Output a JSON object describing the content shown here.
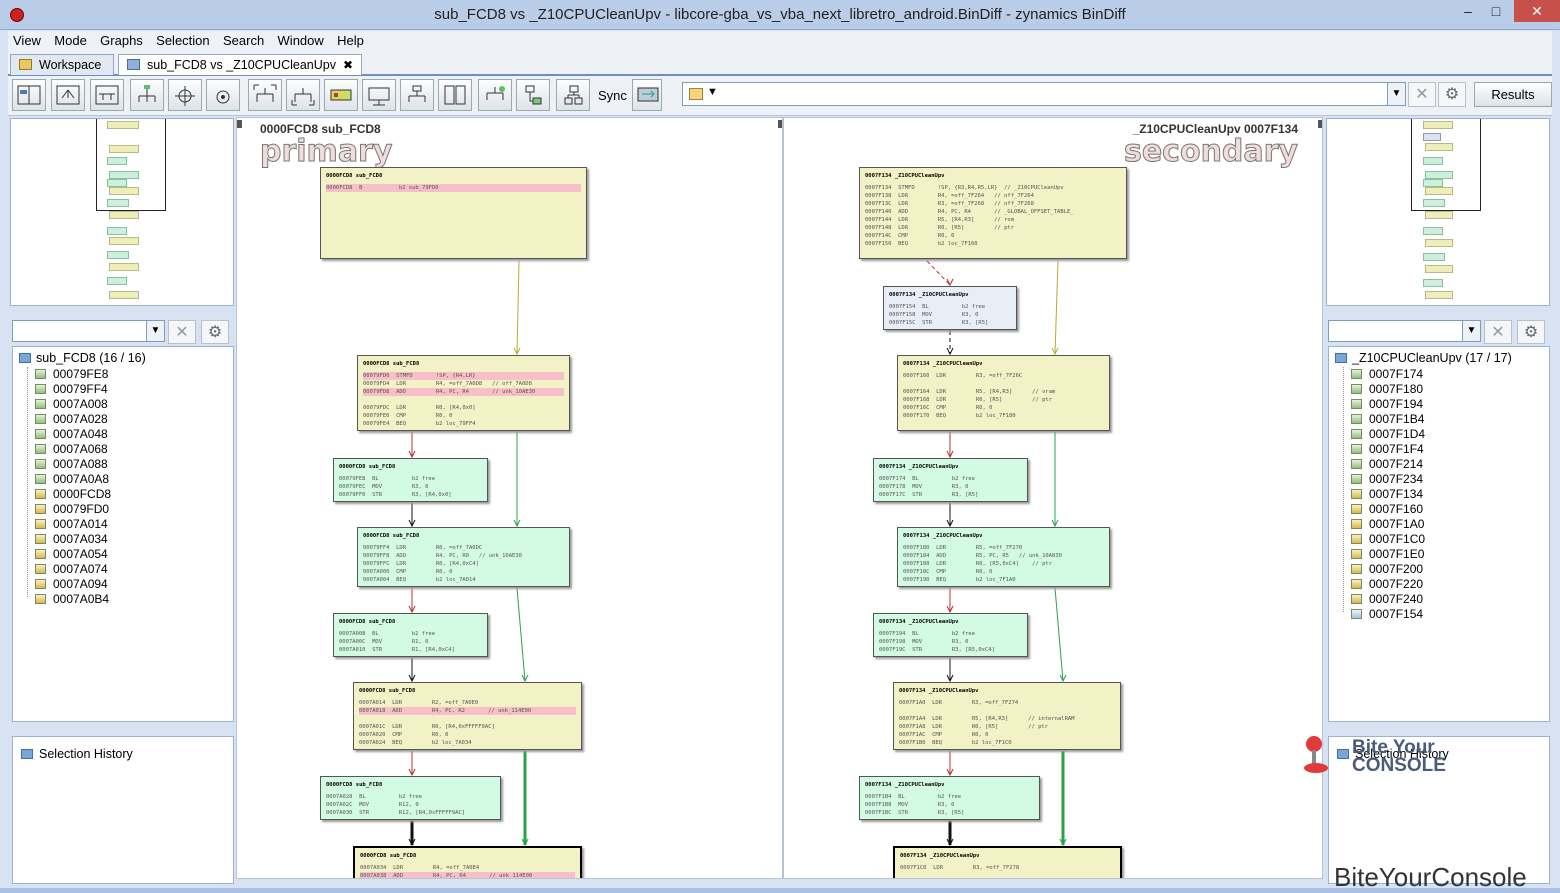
{
  "window": {
    "title": "sub_FCD8 vs _Z10CPUCleanUpv - libcore-gba_vs_vba_next_libretro_android.BinDiff - zynamics BinDiff",
    "minimize": "–",
    "maximize": "□",
    "close": "✕"
  },
  "menu": [
    "View",
    "Mode",
    "Graphs",
    "Selection",
    "Search",
    "Window",
    "Help"
  ],
  "tabs": [
    {
      "label": "Workspace",
      "active": false
    },
    {
      "label": "sub_FCD8 vs _Z10CPUCleanUpv",
      "active": true,
      "close": "✖"
    }
  ],
  "toolbar": {
    "sync_label": "Sync",
    "results_label": "Results",
    "clear_glyph": "✕",
    "settings_glyph": "⚙",
    "dropdown_glyph": "▼",
    "colors": {
      "accent": "#6d8fc0",
      "match_yellow": "#f3f1c6",
      "match_green": "#d3fbe4",
      "unmatched_blue": "#e9edf6"
    }
  },
  "left": {
    "tree_root": "sub_FCD8 (16 / 16)",
    "items": [
      {
        "label": "00079FE8",
        "kind": "g"
      },
      {
        "label": "00079FF4",
        "kind": "g"
      },
      {
        "label": "0007A008",
        "kind": "g"
      },
      {
        "label": "0007A028",
        "kind": "g"
      },
      {
        "label": "0007A048",
        "kind": "g"
      },
      {
        "label": "0007A068",
        "kind": "g"
      },
      {
        "label": "0007A088",
        "kind": "g"
      },
      {
        "label": "0007A0A8",
        "kind": "g"
      },
      {
        "label": "0000FCD8",
        "kind": "y"
      },
      {
        "label": "00079FD0",
        "kind": "y"
      },
      {
        "label": "0007A014",
        "kind": "y"
      },
      {
        "label": "0007A034",
        "kind": "y"
      },
      {
        "label": "0007A054",
        "kind": "y"
      },
      {
        "label": "0007A074",
        "kind": "y"
      },
      {
        "label": "0007A094",
        "kind": "y"
      },
      {
        "label": "0007A0B4",
        "kind": "y"
      }
    ],
    "history_label": "Selection History"
  },
  "right": {
    "tree_root": "_Z10CPUCleanUpv (17 / 17)",
    "items": [
      {
        "label": "0007F174",
        "kind": "g"
      },
      {
        "label": "0007F180",
        "kind": "g"
      },
      {
        "label": "0007F194",
        "kind": "g"
      },
      {
        "label": "0007F1B4",
        "kind": "g"
      },
      {
        "label": "0007F1D4",
        "kind": "g"
      },
      {
        "label": "0007F1F4",
        "kind": "g"
      },
      {
        "label": "0007F214",
        "kind": "g"
      },
      {
        "label": "0007F234",
        "kind": "g"
      },
      {
        "label": "0007F134",
        "kind": "y"
      },
      {
        "label": "0007F160",
        "kind": "y"
      },
      {
        "label": "0007F1A0",
        "kind": "y"
      },
      {
        "label": "0007F1C0",
        "kind": "y"
      },
      {
        "label": "0007F1E0",
        "kind": "y"
      },
      {
        "label": "0007F200",
        "kind": "y"
      },
      {
        "label": "0007F220",
        "kind": "y"
      },
      {
        "label": "0007F240",
        "kind": "y"
      },
      {
        "label": "0007F154",
        "kind": "b"
      }
    ],
    "history_label": "Selection History"
  },
  "primary": {
    "header": "0000FCD8  sub_FCD8",
    "watermark": "primary",
    "nodes": [
      {
        "kind": "y",
        "title": "0000FCD8   sub_FCD8",
        "rows": [
          {
            "t": "0000FCD8  B           b2 sub_79FD0",
            "hl": true
          }
        ]
      },
      {
        "kind": "y",
        "title": "0000FCD8   sub_FCD8",
        "rows": [
          {
            "t": "00079FD0  STMFD       !SP, {R4,LR}",
            "hl": true
          },
          {
            "t": "00079FD4  LDR         R4, =off_7A0D8   // off_7A0D8"
          },
          {
            "t": "00079FD8  ADD         R4, PC, R4       // unk_10AE30",
            "hl": true
          },
          {
            "t": " "
          },
          {
            "t": "00079FDC  LDR         R0, [R4,0x0]"
          },
          {
            "t": "00079FE0  CMP         R0, 0"
          },
          {
            "t": "00079FE4  BEQ         b2 loc_79FF4"
          }
        ]
      },
      {
        "kind": "g",
        "title": "0000FCD8   sub_FCD8",
        "rows": [
          {
            "t": "00079FE8  BL          b2 free"
          },
          {
            "t": "00079FEC  MOV         R3, 0"
          },
          {
            "t": "00079FF0  STR         R3, [R4,0x0]"
          }
        ]
      },
      {
        "kind": "g",
        "title": "0000FCD8   sub_FCD8",
        "rows": [
          {
            "t": "00079FF4  LDR         R0, =off_7A0DC"
          },
          {
            "t": "00079FF8  ADD         R4, PC, R0   // unk_10AE30"
          },
          {
            "t": "00079FFC  LDR         R0, [R4,0xC4]"
          },
          {
            "t": "0007A000  CMP         R0, 0"
          },
          {
            "t": "0007A004  BEQ         b2 loc_7A014"
          }
        ]
      },
      {
        "kind": "g",
        "title": "0000FCD8   sub_FCD8",
        "rows": [
          {
            "t": "0007A008  BL          b2 free"
          },
          {
            "t": "0007A00C  MOV         R1, 0"
          },
          {
            "t": "0007A010  STR         R1, [R4,0xC4]"
          }
        ]
      },
      {
        "kind": "y",
        "title": "0000FCD8   sub_FCD8",
        "rows": [
          {
            "t": "0007A014  LDR         R2, =off_7A0E0"
          },
          {
            "t": "0007A018  ADD         R4, PC, R2       // unk_114E00",
            "hl": true
          },
          {
            "t": " "
          },
          {
            "t": "0007A01C  LDR         R0, [R4,0xFFFFF9AC]"
          },
          {
            "t": "0007A020  CMP         R0, 0"
          },
          {
            "t": "0007A024  BEQ         b2 loc_7A034"
          }
        ]
      },
      {
        "kind": "g",
        "title": "0000FCD8   sub_FCD8",
        "rows": [
          {
            "t": "0007A028  BL          b2 free"
          },
          {
            "t": "0007A02C  MOV         R12, 0"
          },
          {
            "t": "0007A030  STR         R12, [R4,0xFFFFF9AC]"
          }
        ]
      },
      {
        "kind": "y",
        "sel": true,
        "title": "0000FCD8   sub_FCD8",
        "rows": [
          {
            "t": "0007A034  LDR         R4, =off_7A0E4"
          },
          {
            "t": "0007A038  ADD         R4, PC, R4       // unk_114E00",
            "hl": true
          }
        ]
      }
    ]
  },
  "secondary": {
    "header": "_Z10CPUCleanUpv  0007F134",
    "watermark": "secondary",
    "nodes": [
      {
        "kind": "y",
        "title": "0007F134   _Z10CPUCleanUpv",
        "rows": [
          {
            "t": "0007F134  STMFD       !SP, {R3,R4,R5,LR}  // _Z10CPUCleanUpv"
          },
          {
            "t": "0007F138  LDR         R4, =off_7F264   // off_7F264"
          },
          {
            "t": "0007F13C  LDR         R3, =off_7F268   // off_7F268"
          },
          {
            "t": "0007F140  ADD         R4, PC, R4       // _GLOBAL_OFFSET_TABLE_"
          },
          {
            "t": "0007F144  LDR         R5, [R4,R3]      // rom"
          },
          {
            "t": "0007F148  LDR         R0, [R5]         // ptr"
          },
          {
            "t": "0007F14C  CMP         R0, 0"
          },
          {
            "t": "0007F150  BEQ         b2 loc_7F160"
          }
        ]
      },
      {
        "kind": "b",
        "title": "0007F134   _Z10CPUCleanUpv",
        "rows": [
          {
            "t": "0007F154  BL          b2 free"
          },
          {
            "t": "0007F158  MOV         R3, 0"
          },
          {
            "t": "0007F15C  STR         R3, [R5]"
          }
        ]
      },
      {
        "kind": "y",
        "title": "0007F134   _Z10CPUCleanUpv",
        "rows": [
          {
            "t": "0007F160  LDR         R3, =off_7F26C"
          },
          {
            "t": " "
          },
          {
            "t": "0007F164  LDR         R5, [R4,R3]      // vram"
          },
          {
            "t": "0007F168  LDR         R0, [R5]         // ptr"
          },
          {
            "t": "0007F16C  CMP         R0, 0"
          },
          {
            "t": "0007F170  BEQ         b2 loc_7F180"
          }
        ]
      },
      {
        "kind": "g",
        "title": "0007F134   _Z10CPUCleanUpv",
        "rows": [
          {
            "t": "0007F174  BL          b2 free"
          },
          {
            "t": "0007F178  MOV         R3, 0"
          },
          {
            "t": "0007F17C  STR         R3, [R5]"
          }
        ]
      },
      {
        "kind": "g",
        "title": "0007F134   _Z10CPUCleanUpv",
        "rows": [
          {
            "t": "0007F180  LDR         R5, =off_7F270"
          },
          {
            "t": "0007F184  ADD         R5, PC, R5   // unk_10A830"
          },
          {
            "t": "0007F188  LDR         R0, [R5,0xC4]    // ptr"
          },
          {
            "t": "0007F18C  CMP         R0, 0"
          },
          {
            "t": "0007F190  BEQ         b2 loc_7F1A0"
          }
        ]
      },
      {
        "kind": "g",
        "title": "0007F134   _Z10CPUCleanUpv",
        "rows": [
          {
            "t": "0007F194  BL          b2 free"
          },
          {
            "t": "0007F198  MOV         R3, 0"
          },
          {
            "t": "0007F19C  STR         R3, [R5,0xC4]"
          }
        ]
      },
      {
        "kind": "y",
        "title": "0007F134   _Z10CPUCleanUpv",
        "rows": [
          {
            "t": "0007F1A0  LDR         R3, =off_7F274"
          },
          {
            "t": " "
          },
          {
            "t": "0007F1A4  LDR         R5, [R4,R3]      // internalRAM"
          },
          {
            "t": "0007F1A8  LDR         R0, [R5]         // ptr"
          },
          {
            "t": "0007F1AC  CMP         R0, 0"
          },
          {
            "t": "0007F1B0  BEQ         b2 loc_7F1C0"
          }
        ]
      },
      {
        "kind": "g",
        "title": "0007F134   _Z10CPUCleanUpv",
        "rows": [
          {
            "t": "0007F1B4  BL          b2 free"
          },
          {
            "t": "0007F1B8  MOV         R3, 0"
          },
          {
            "t": "0007F1BC  STR         R3, [R5]"
          }
        ]
      },
      {
        "kind": "y",
        "sel": true,
        "title": "0007F134   _Z10CPUCleanUpv",
        "rows": [
          {
            "t": "0007F1C0  LDR         R3, =off_7F278"
          }
        ]
      }
    ]
  },
  "overlay": {
    "logo_line1": "Bite Your",
    "logo_line2": "CONSOLE",
    "brand": "BiteYourConsole"
  }
}
